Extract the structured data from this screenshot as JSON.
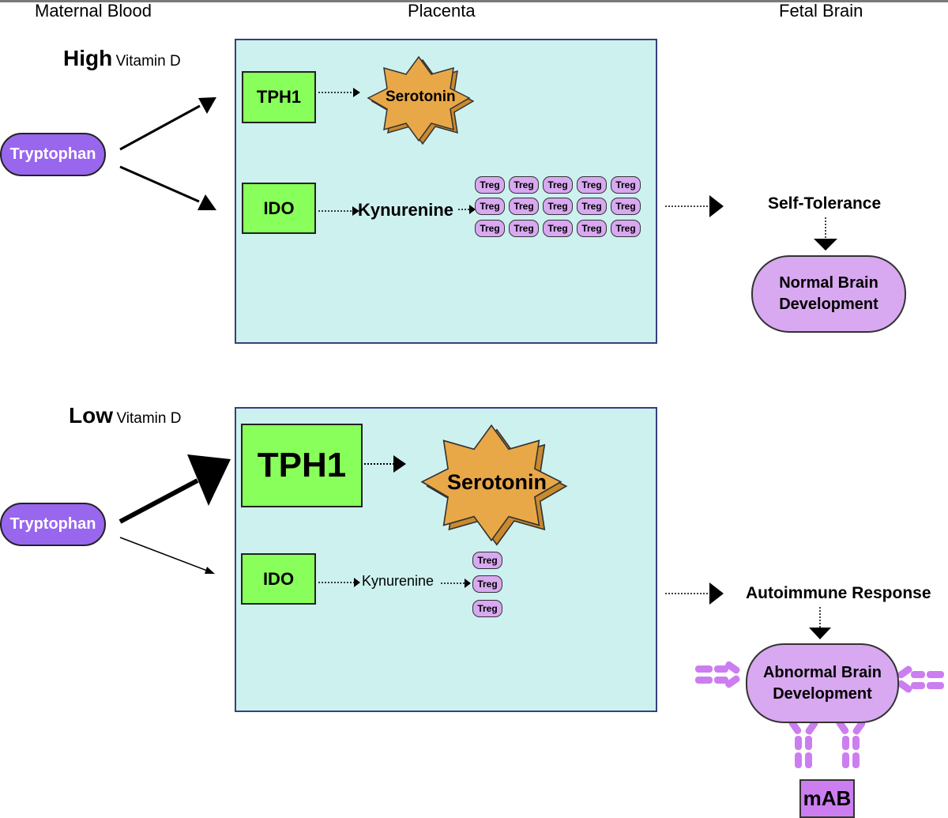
{
  "columns": {
    "maternal": "Maternal Blood",
    "placenta": "Placenta",
    "fetal": "Fetal Brain"
  },
  "high": {
    "level": "High",
    "vitamin": "Vitamin D",
    "tryptophan": "Tryptophan",
    "tph1": "TPH1",
    "serotonin": "Serotonin",
    "ido": "IDO",
    "kynurenine": "Kynurenine",
    "treg": "Treg",
    "tolerance": "Self-Tolerance",
    "outcome_line1": "Normal Brain",
    "outcome_line2": "Development"
  },
  "low": {
    "level": "Low",
    "vitamin": "Vitamin D",
    "tryptophan": "Tryptophan",
    "tph1": "TPH1",
    "serotonin": "Serotonin",
    "ido": "IDO",
    "kynurenine": "Kynurenine",
    "treg": "Treg",
    "response": "Autoimmune Response",
    "outcome_line1": "Abnormal Brain",
    "outcome_line2": "Development",
    "mab": "mAB"
  },
  "colors": {
    "placenta_bg": "#cdf1ef",
    "enzyme": "#88ff5a",
    "tryptophan": "#9966ee",
    "treg": "#d8a8f0",
    "serotonin": "#e8a848",
    "antibody": "#cc7ef0"
  }
}
